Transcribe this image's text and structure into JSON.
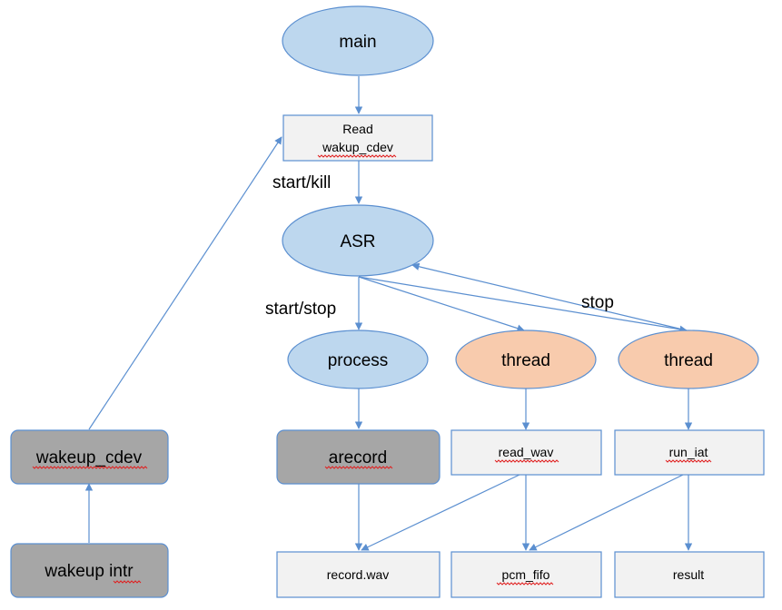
{
  "nodes": {
    "main": "main",
    "read_cdev_line1": "Read",
    "read_cdev_line2": "wakup_cdev",
    "asr": "ASR",
    "process": "process",
    "thread1": "thread",
    "thread2": "thread",
    "wakeup_cdev": "wakeup_cdev",
    "wakeup_intr": "wakeup intr",
    "arecord": "arecord",
    "read_wav": "read_wav",
    "run_iat": "run_iat",
    "record_wav": "record.wav",
    "pcm_fifo": "pcm_fifo",
    "result": "result"
  },
  "edge_labels": {
    "start_kill": "start/kill",
    "start_stop": "start/stop",
    "stop": "stop"
  },
  "colors": {
    "ellipse_blue": "#bdd7ee",
    "ellipse_orange": "#f8cbad",
    "box_gray": "#a6a6a6",
    "box_light": "#f2f2f2",
    "stroke": "#5b8fd0",
    "arrow": "#5b8fd0",
    "spellcheck": "#e02020"
  }
}
